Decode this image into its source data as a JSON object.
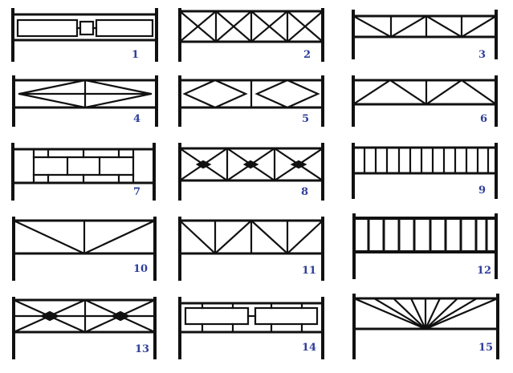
{
  "labels": [
    "1",
    "2",
    "3",
    "4",
    "5",
    "6",
    "7",
    "8",
    "9",
    "10",
    "11",
    "12",
    "13",
    "14",
    "15"
  ],
  "colors": {
    "ink": "#111111",
    "label": "#2f3f9a",
    "background": "#ffffff"
  }
}
